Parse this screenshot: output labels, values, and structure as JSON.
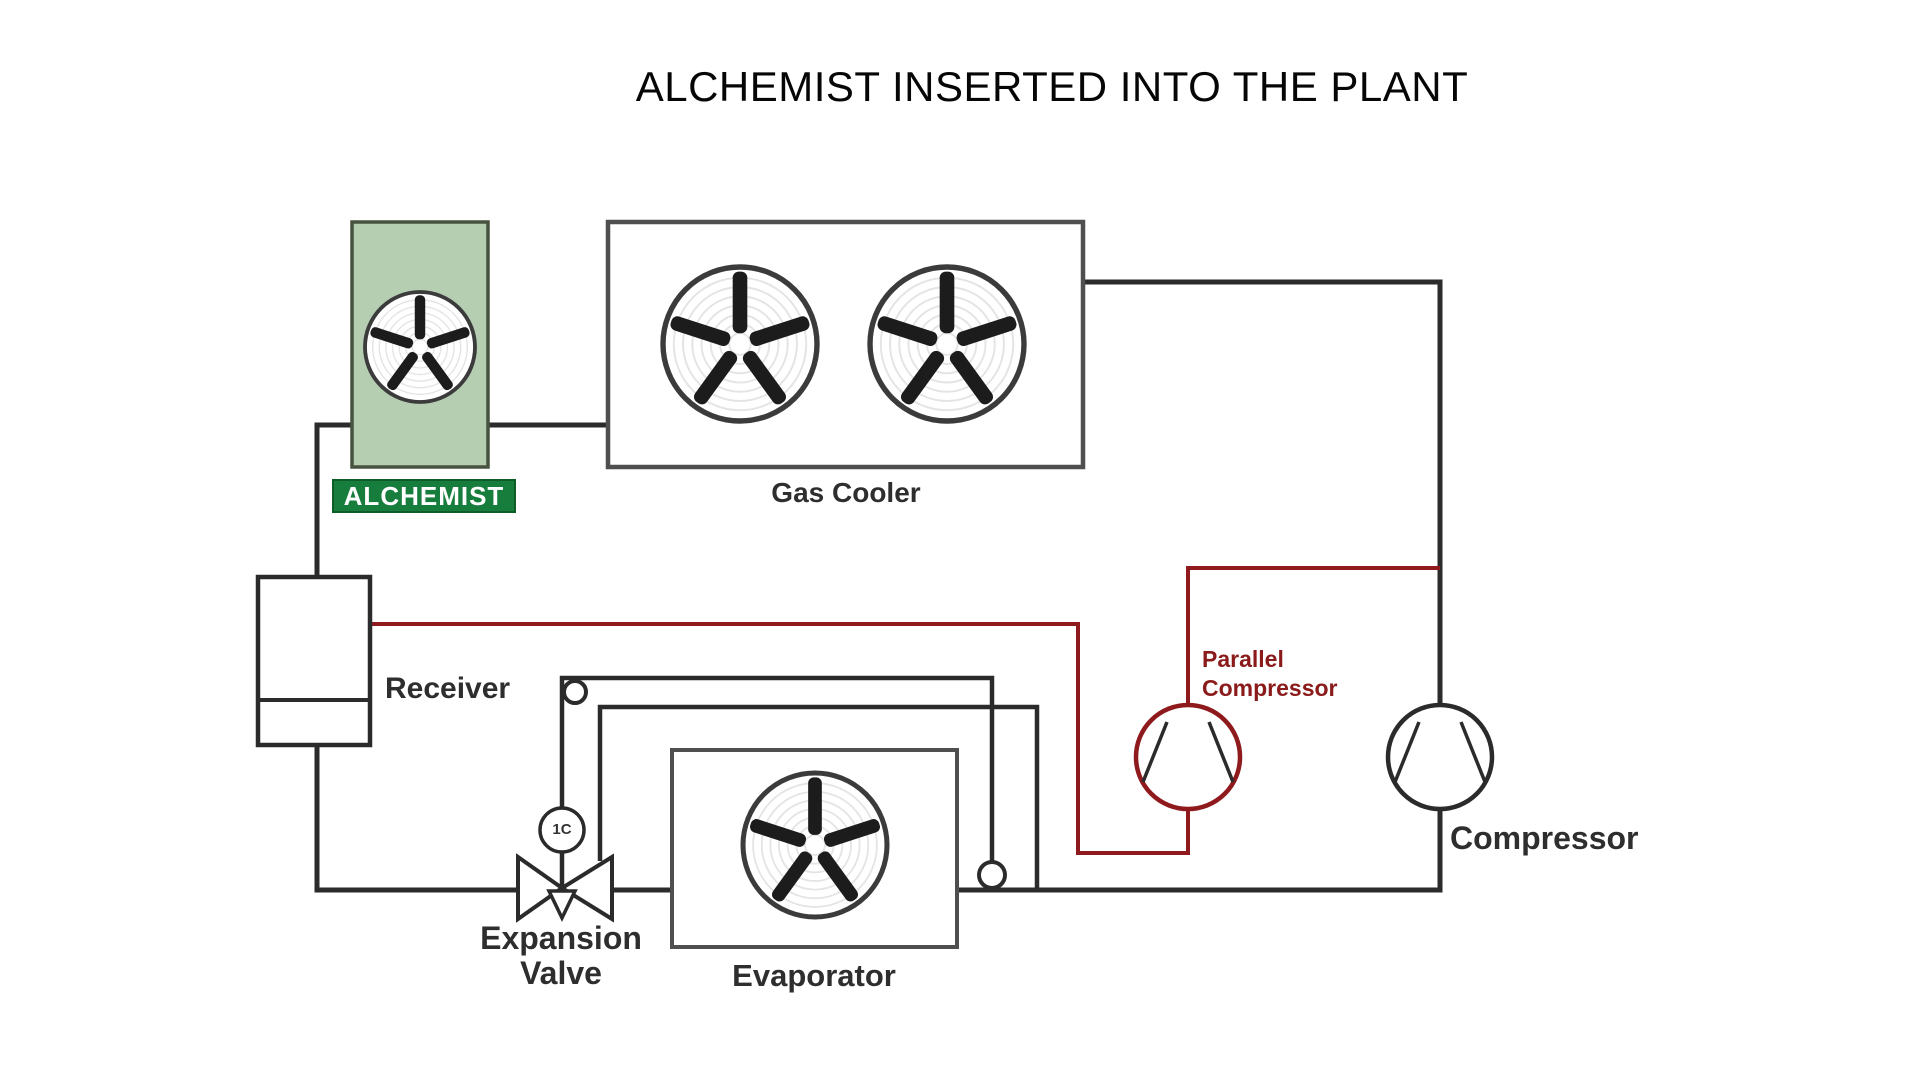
{
  "title": "ALCHEMIST INSERTED INTO THE PLANT",
  "components": {
    "alchemist_badge": "ALCHEMIST",
    "gas_cooler": "Gas Cooler",
    "receiver": "Receiver",
    "expansion_valve": [
      "Expansion",
      "Valve"
    ],
    "evaporator": "Evaporator",
    "parallel_compressor": [
      "Parallel",
      "Compressor"
    ],
    "compressor": "Compressor",
    "sensor_bubble": "1C"
  },
  "colors": {
    "alchemist_unit_fill": "#b5ceb2",
    "alchemist_badge_green": "#177d3c",
    "pipe_black": "#2b2b2b",
    "pipe_red": "#8e1a1d",
    "red_label_text": "#8b1a1a",
    "label_dark": "#2e2e2e",
    "box_border_gray": "#4f4f4f"
  }
}
